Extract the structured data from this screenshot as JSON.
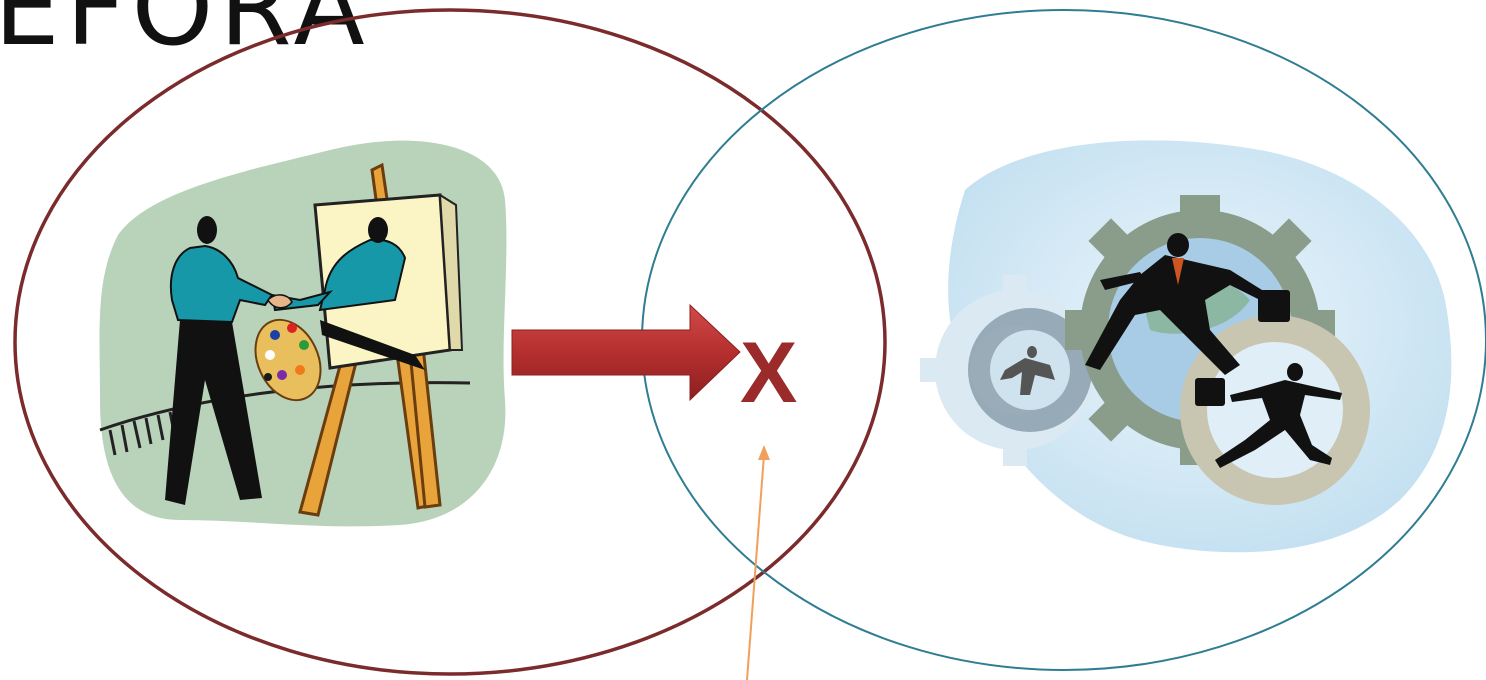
{
  "slide": {
    "title": "ÉFORA",
    "mark": "X"
  },
  "colors": {
    "left_circle": "#7b2b2b",
    "right_circle": "#2f7d92",
    "arrow": "#b53030",
    "mark": "#9b2a2a",
    "pointer": "#f0a05a",
    "left_backdrop": "#b9d2ba",
    "right_backdrop": "#d4e9f5"
  },
  "icons": {
    "left": "artist-painting-self-portrait-clipart",
    "right": "businessmen-running-gears-clipart"
  }
}
